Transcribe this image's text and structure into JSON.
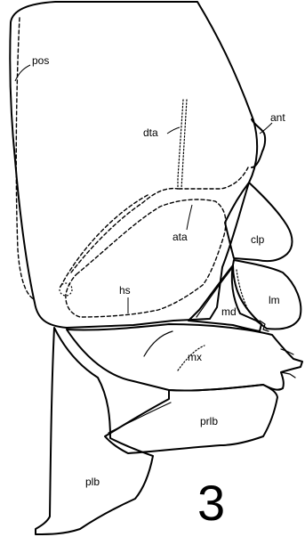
{
  "labels": {
    "pos": "pos",
    "dta": "dta",
    "ant": "ant",
    "ata": "ata",
    "clp": "clp",
    "lm": "lm",
    "hs": "hs",
    "md": "md",
    "mx": "mx",
    "prlb": "prlb",
    "plb": "plb"
  },
  "figure_number": "3"
}
